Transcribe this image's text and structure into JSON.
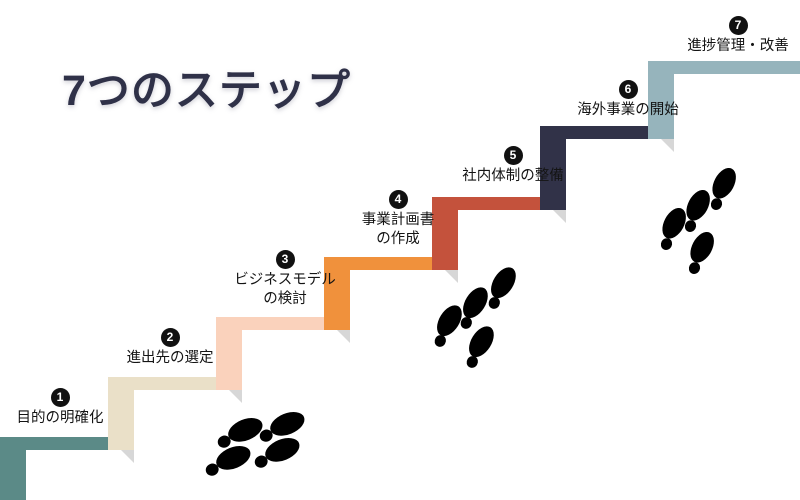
{
  "title": "7つのステップ",
  "colors": {
    "title": "#2f3148",
    "badge": "#111111",
    "shadow": "#d7d7d7",
    "footprint": "#000000",
    "step1": "#5b8a87",
    "step2": "#eae0c8",
    "step3": "#fad2bc",
    "step4": "#f0913c",
    "step5": "#c4523c",
    "step6": "#313248",
    "step7": "#96b4bc"
  },
  "steps": [
    {
      "number": "1",
      "color": "#5b8a87",
      "label_line1": "目的の明確化",
      "label_line2": ""
    },
    {
      "number": "2",
      "color": "#eae0c8",
      "label_line1": "進出先の選定",
      "label_line2": ""
    },
    {
      "number": "3",
      "color": "#fad2bc",
      "label_line1": "ビジネスモデル",
      "label_line2": "の検討"
    },
    {
      "number": "4",
      "color": "#f0913c",
      "label_line1": "事業計画書",
      "label_line2": "の作成"
    },
    {
      "number": "5",
      "color": "#c4523c",
      "label_line1": "社内体制の整備",
      "label_line2": ""
    },
    {
      "number": "6",
      "color": "#313248",
      "label_line1": "海外事業の開始",
      "label_line2": ""
    },
    {
      "number": "7",
      "color": "#96b4bc",
      "label_line1": "進捗管理・改善",
      "label_line2": ""
    }
  ],
  "footprint_groups": [
    {
      "name": "footprints-lower"
    },
    {
      "name": "footprints-middle"
    },
    {
      "name": "footprints-upper"
    }
  ]
}
